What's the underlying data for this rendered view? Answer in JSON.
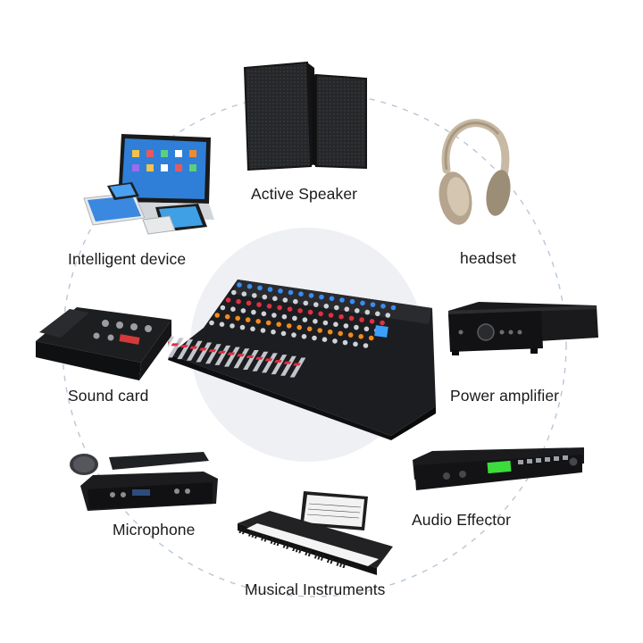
{
  "labels": {
    "active_speaker": "Active Speaker",
    "intelligent_device": "Intelligent device",
    "headset": "headset",
    "sound_card": "Sound card",
    "power_amplifier": "Power amplifier",
    "microphone": "Microphone",
    "audio_effector": "Audio Effector",
    "musical_instruments": "Musical Instruments"
  },
  "colors": {
    "ring": "#b9c6d6",
    "center_disc": "#eef0f3",
    "device_dark": "#1e1f22",
    "mixer_red": "#e03040",
    "mixer_blue": "#3a8df0",
    "mixer_orange": "#f28a1e",
    "display_green": "#3cdc3c"
  },
  "icons": [
    "mixer-console-image",
    "speaker-pair-image",
    "headphones-image",
    "laptop-tablet-image",
    "sound-card-image",
    "amplifier-image",
    "wireless-microphone-image",
    "audio-effector-image",
    "keyboard-image"
  ]
}
